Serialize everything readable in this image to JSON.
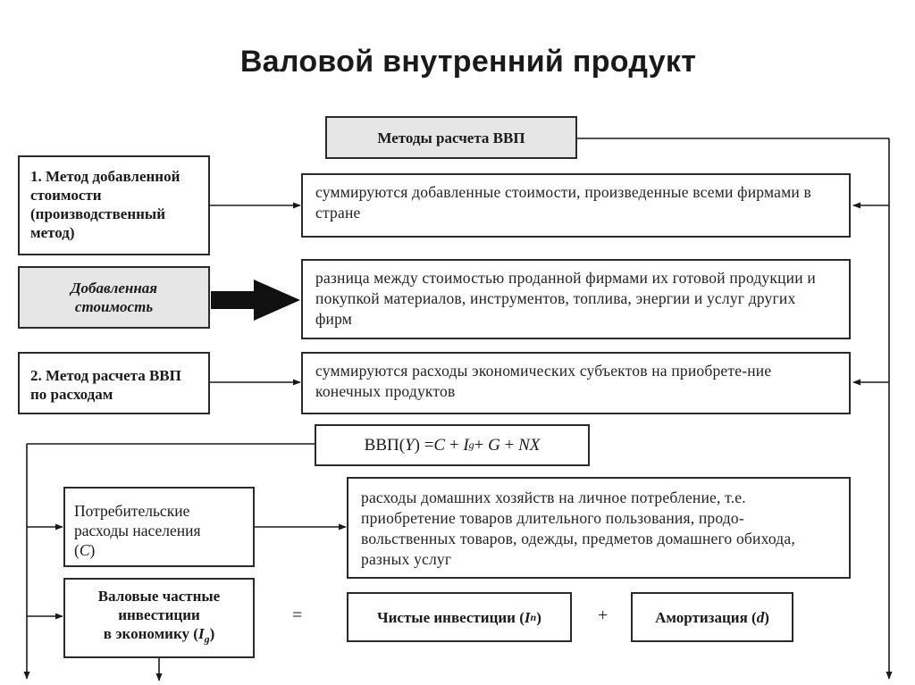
{
  "title": "Валовой внутренний продукт",
  "methods_header": "Методы расчета ВВП",
  "method1": {
    "label": "1. Метод добавленной стоимости (производственный метод)",
    "description": "суммируются добавленные стоимости, произведенные всеми фирмами в стране"
  },
  "added_value": {
    "label": "Добавленная стоимость",
    "description": "разница между стоимостью проданной фирмами их готовой продукции и покупкой материалов, инструментов, топлива, энергии и услуг других фирм"
  },
  "method2": {
    "label": "2. Метод расчета ВВП по расходам",
    "description": "суммируются расходы экономических субъектов на приобрете-ние конечных продуктов"
  },
  "formula": {
    "lhs": "ВВП(",
    "y": "Y",
    "mid": ") = ",
    "c": "C",
    "plus1": " + ",
    "i": "I",
    "i_sub": "g",
    "plus2": "+ ",
    "g": "G",
    "plus3": " + ",
    "nx": "NX"
  },
  "consumption": {
    "label_line1": "Потребительские",
    "label_line2": "расходы населения",
    "open": "(",
    "symbol": "C",
    "close": ")",
    "description": "расходы домашних хозяйств на личное потребление, т.е. приобретение товаров длительного пользования, продо-вольственных товаров, одежды, предметов домашнего обихода, разных услуг"
  },
  "investment": {
    "line1": "Валовые частные",
    "line2": "инвестиции",
    "line3": "в экономику (",
    "symbol": "I",
    "sub": "g",
    "close": ")"
  },
  "equals": "=",
  "net_investment": {
    "label": "Чистые инвестиции (",
    "symbol": "I",
    "sub": "n",
    "close": ")"
  },
  "plus": "+",
  "depreciation": {
    "label": "Амортизация (",
    "symbol": "d",
    "close": ")"
  }
}
